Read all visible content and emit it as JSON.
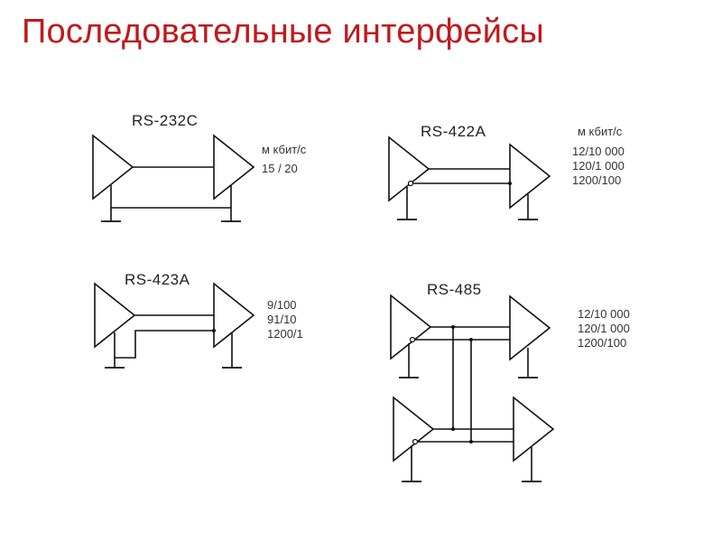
{
  "title": "Последовательные  интерфейсы",
  "interfaces": [
    {
      "name": "RS-232C",
      "unit": "м  кбит/с",
      "specs": [
        "15 / 20"
      ]
    },
    {
      "name": "RS-422A",
      "unit": "м  кбит/с",
      "specs": [
        "12/10 000",
        "120/1 000",
        "1200/100"
      ]
    },
    {
      "name": "RS-423A",
      "unit": "",
      "specs": [
        "9/100",
        "91/10",
        "1200/1"
      ]
    },
    {
      "name": "RS-485",
      "unit": "",
      "specs": [
        "12/10 000",
        "120/1 000",
        "1200/100"
      ]
    }
  ]
}
